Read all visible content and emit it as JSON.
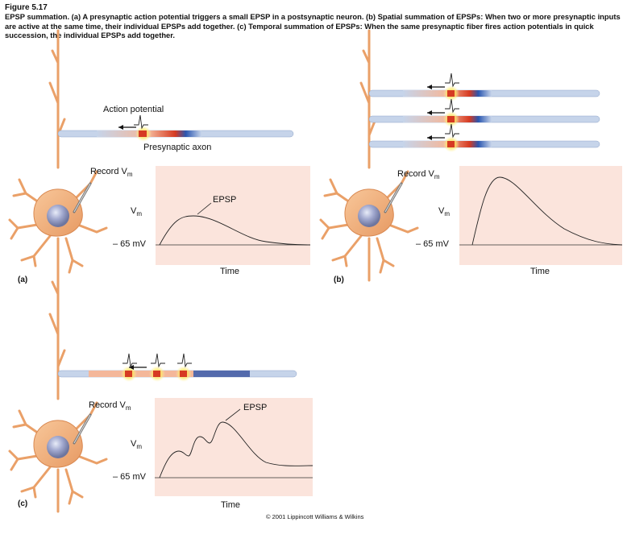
{
  "figure": {
    "label": "Figure 5.17",
    "caption": "EPSP summation. (a) A presynaptic action potential triggers a small EPSP in a postsynaptic neuron. (b) Spatial summation of EPSPs: When two or more presynaptic inputs are active at the same time, their individual EPSPs add together. (c) Temporal summation of EPSPs: When the same presynaptic fiber fires action potentials in quick succession, the individual EPSPs add together."
  },
  "panels": {
    "a": {
      "letter": "(a)",
      "action_potential_label": "Action potential",
      "axon_label": "Presynaptic axon",
      "record_label": "Record V",
      "record_sub": "m",
      "vm_label": "V",
      "vm_sub": "m",
      "baseline_label": "– 65 mV",
      "time_label": "Time",
      "trace_label": "EPSP"
    },
    "b": {
      "letter": "(b)",
      "record_label": "Record V",
      "record_sub": "m",
      "vm_label": "V",
      "vm_sub": "m",
      "baseline_label": "– 65 mV",
      "time_label": "Time"
    },
    "c": {
      "letter": "(c)",
      "record_label": "Record V",
      "record_sub": "m",
      "vm_label": "V",
      "vm_sub": "m",
      "baseline_label": "– 65 mV",
      "time_label": "Time",
      "trace_label": "EPSP"
    }
  },
  "copyright": "© 2001 Lippincott Williams & Wilkins",
  "colors": {
    "plot_bg": "#fbe4dc",
    "axon_blue": "#b9cbe6",
    "soma": "#f2b27c",
    "nucleus": "#8f96c0",
    "trace": "#222222"
  }
}
